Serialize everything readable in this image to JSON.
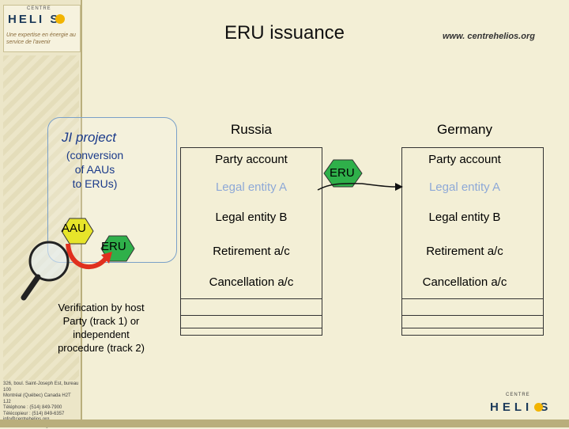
{
  "header": {
    "title": "ERU issuance",
    "website": "www. centrehelios.org"
  },
  "branding": {
    "top_small": "CENTRE",
    "top_word": "HELI S",
    "tagline": "Une expertise en énergie au service de l'avenir",
    "bottom_small": "CENTRE",
    "bottom_word": "HELI S",
    "accent_color": "#f2b400",
    "contact_lines": [
      "326, boul. Saint-Joseph Est, bureau 100",
      "Montréal (Québec) Canada H2T 1J2",
      "Téléphone : (514) 849-7900",
      "Télécopieur : (514) 849-6357",
      "info@centrehelios.org",
      "www.centrehelios.org"
    ]
  },
  "ji_project": {
    "title": "JI project",
    "subtitle_lines": [
      "(conversion",
      "of AAUs",
      "to ERUs)"
    ],
    "aau_label": "AAU",
    "eru_label": "ERU",
    "verification_lines": [
      "Verification by host",
      "Party (track 1) or",
      "independent",
      "procedure (track 2)"
    ],
    "magnifier_icon": "magnifier-icon"
  },
  "registries": {
    "transfer_label": "ERU",
    "russia": {
      "title": "Russia",
      "accounts": [
        "Party account",
        "Legal entity A",
        "Legal entity B",
        "Retirement a/c",
        "Cancellation a/c"
      ]
    },
    "germany": {
      "title": "Germany",
      "accounts": [
        "Party account",
        "Legal entity A",
        "Legal entity B",
        "Retirement a/c",
        "Cancellation a/c"
      ]
    }
  }
}
